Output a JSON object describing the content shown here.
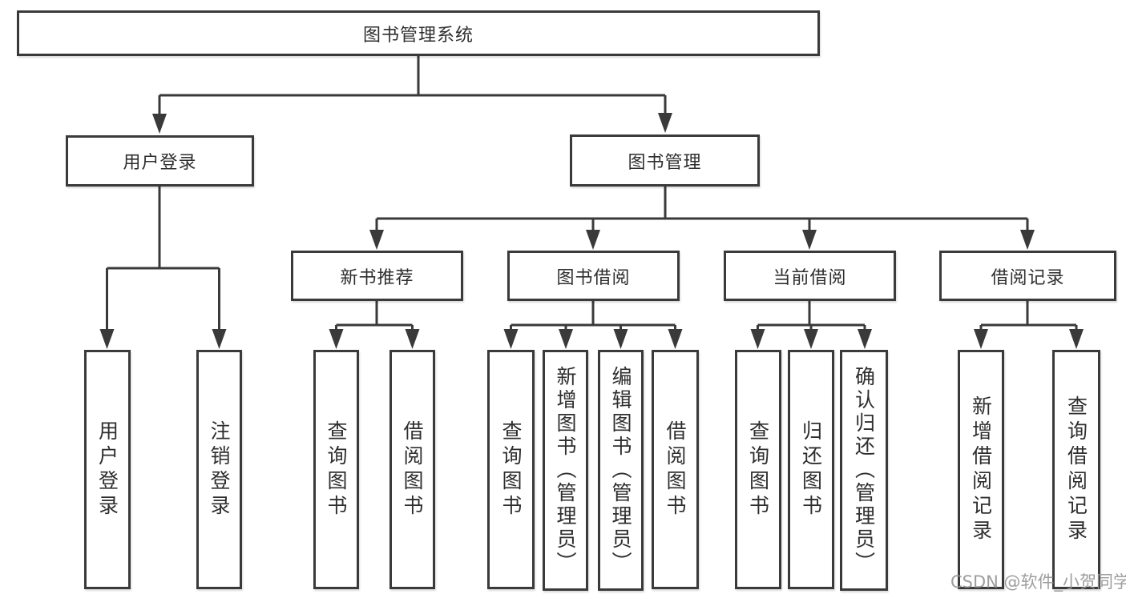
{
  "tree": {
    "label": "图书管理系统",
    "children": [
      {
        "label": "用户登录",
        "children": [
          {
            "label": "用户登录"
          },
          {
            "label": "注销登录"
          }
        ]
      },
      {
        "label": "图书管理",
        "children": [
          {
            "label": "新书推荐",
            "children": [
              {
                "label": "查询图书"
              },
              {
                "label": "借阅图书"
              }
            ]
          },
          {
            "label": "图书借阅",
            "children": [
              {
                "label": "查询图书"
              },
              {
                "label": "新增图书（管理员）"
              },
              {
                "label": "编辑图书（管理员）"
              },
              {
                "label": "借阅图书"
              }
            ]
          },
          {
            "label": "当前借阅",
            "children": [
              {
                "label": "查询图书"
              },
              {
                "label": "归还图书"
              },
              {
                "label": "确认归还（管理员）"
              }
            ]
          },
          {
            "label": "借阅记录",
            "children": [
              {
                "label": "新增借阅记录"
              },
              {
                "label": "查询借阅记录"
              }
            ]
          }
        ]
      }
    ]
  },
  "watermark": {
    "text": "CSDN @软件_小贺同学"
  },
  "colors": {
    "line": "#3a3a3a",
    "text": "#2e2e2e",
    "watermark": "#949494"
  }
}
